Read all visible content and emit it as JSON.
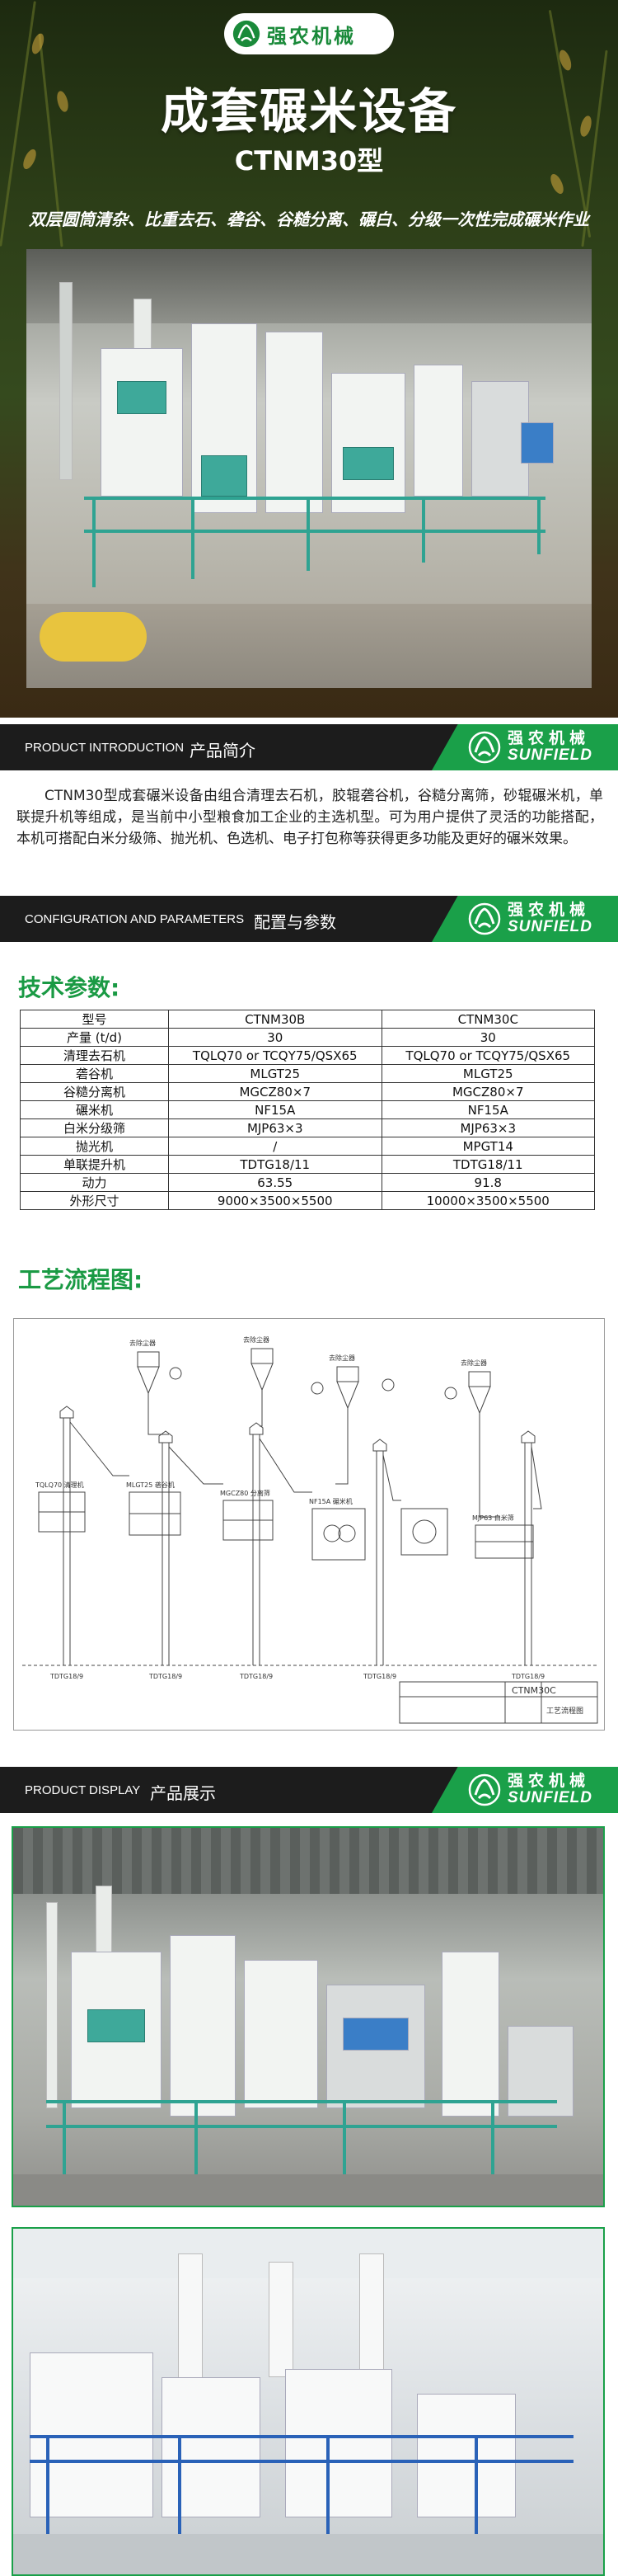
{
  "brand": {
    "cn": "强农机械",
    "en": "SUNFIELD"
  },
  "hero": {
    "title": "成套碾米设备",
    "model": "CTNM30型",
    "subtitle": "双层圆筒清杂、比重去石、砻谷、谷糙分离、碾白、分级一次性完成碾米作业"
  },
  "sections": {
    "intro": {
      "en": "PRODUCT INTRODUCTION",
      "cn": "产品简介"
    },
    "config": {
      "en": "CONFIGURATION AND PARAMETERS",
      "cn": "配置与参数"
    },
    "display": {
      "en": "PRODUCT DISPLAY",
      "cn": "产品展示"
    }
  },
  "intro_text": "CTNM30型成套碾米设备由组合清理去石机，胶辊砻谷机，谷糙分离筛，砂辊碾米机，单联提升机等组成，是当前中小型粮食加工企业的主选机型。可为用户提供了灵活的功能搭配，本机可搭配白米分级筛、抛光机、色选机、电子打包称等获得更多功能及更好的碾米效果。",
  "tech_title": "技术参数:",
  "table": {
    "rows": [
      [
        "型号",
        "CTNM30B",
        "CTNM30C"
      ],
      [
        "产量 (t/d)",
        "30",
        "30"
      ],
      [
        "清理去石机",
        "TQLQ70 or TCQY75/QSX65",
        "TQLQ70 or TCQY75/QSX65"
      ],
      [
        "砻谷机",
        "MLGT25",
        "MLGT25"
      ],
      [
        "谷糙分离机",
        "MGCZ80×7",
        "MGCZ80×7"
      ],
      [
        "碾米机",
        "NF15A",
        "NF15A"
      ],
      [
        "白米分级筛",
        "MJP63×3",
        "MJP63×3"
      ],
      [
        "抛光机",
        "/",
        "MPGT14"
      ],
      [
        "单联提升机",
        "TDTG18/11",
        "TDTG18/11"
      ],
      [
        "动力",
        "63.55",
        "91.8"
      ],
      [
        "外形尺寸",
        "9000×3500×5500",
        "10000×3500×5500"
      ]
    ]
  },
  "flow_title": "工艺流程图:",
  "diagram": {
    "top_labels": [
      "去除尘器",
      "去除尘器",
      "去除尘器",
      "去除尘器"
    ],
    "machine_labels": [
      "TQLQ70 清理机",
      "MLGT25 砻谷机",
      "MGCZ80 分离筛",
      "NF15A 碾米机",
      "MJP63 白米筛"
    ],
    "bottom_labels": [
      "TDTG18/9",
      "TDTG18/9",
      "TDTG18/9",
      "TDTG18/9",
      "TDTG18/9"
    ],
    "title_block": {
      "model": "CTNM30C",
      "name": "工艺流程图"
    }
  }
}
